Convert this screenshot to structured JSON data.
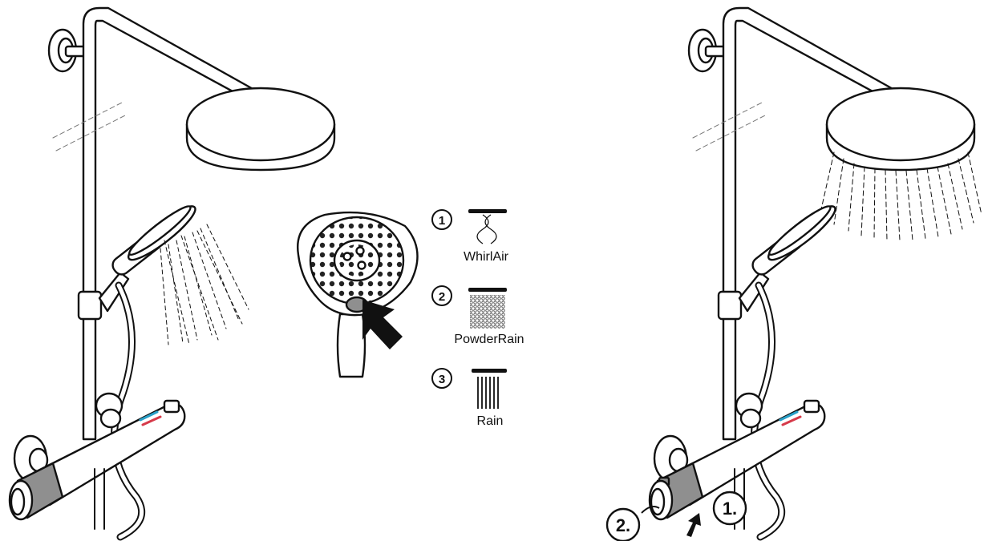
{
  "spray_modes": [
    {
      "number": "1",
      "label": "WhirlAir",
      "icon": "whirlair-spray-icon"
    },
    {
      "number": "2",
      "label": "PowderRain",
      "icon": "powderrain-spray-icon"
    },
    {
      "number": "3",
      "label": "Rain",
      "icon": "rain-spray-icon"
    }
  ],
  "steps": {
    "step1": "1.",
    "step2": "2."
  },
  "colors": {
    "line": "#111111",
    "grey": "#8f8f8f",
    "hot": "#d63a4a",
    "cold": "#2aa0c8"
  }
}
